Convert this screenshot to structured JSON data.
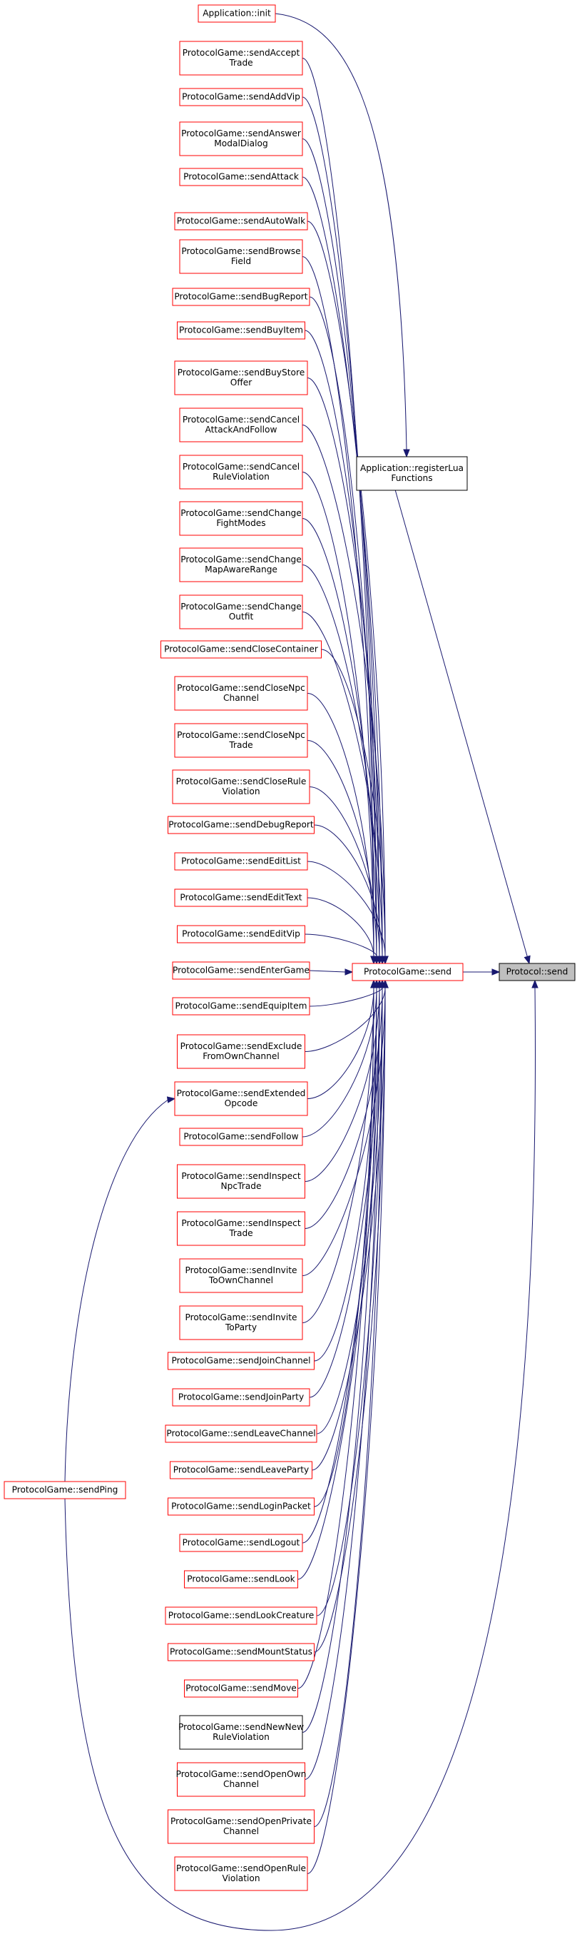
{
  "graph": {
    "title": "",
    "edge_color": "#191970",
    "node_border_red": "#ff0000",
    "node_border_black": "#000000",
    "focus_fill": "#bfbfbf",
    "nodes": [
      {
        "id": "target",
        "lines": [
          "Protocol::send"
        ],
        "style": "focus"
      },
      {
        "id": "pg_send",
        "lines": [
          "ProtocolGame::send"
        ],
        "style": "red"
      },
      {
        "id": "reg_lua",
        "lines": [
          "Application::registerLua",
          "Functions"
        ],
        "style": "black"
      },
      {
        "id": "app_init",
        "lines": [
          "Application::init"
        ],
        "style": "red"
      },
      {
        "id": "send_ping",
        "lines": [
          "ProtocolGame::sendPing"
        ],
        "style": "red"
      },
      {
        "id": "c0",
        "lines": [
          "ProtocolGame::sendAccept",
          "Trade"
        ],
        "style": "red"
      },
      {
        "id": "c1",
        "lines": [
          "ProtocolGame::sendAddVip"
        ],
        "style": "red"
      },
      {
        "id": "c2",
        "lines": [
          "ProtocolGame::sendAnswer",
          "ModalDialog"
        ],
        "style": "red"
      },
      {
        "id": "c3",
        "lines": [
          "ProtocolGame::sendAttack"
        ],
        "style": "red"
      },
      {
        "id": "c4",
        "lines": [
          "ProtocolGame::sendAutoWalk"
        ],
        "style": "red"
      },
      {
        "id": "c5",
        "lines": [
          "ProtocolGame::sendBrowse",
          "Field"
        ],
        "style": "red"
      },
      {
        "id": "c6",
        "lines": [
          "ProtocolGame::sendBugReport"
        ],
        "style": "red"
      },
      {
        "id": "c7",
        "lines": [
          "ProtocolGame::sendBuyItem"
        ],
        "style": "red"
      },
      {
        "id": "c8",
        "lines": [
          "ProtocolGame::sendBuyStore",
          "Offer"
        ],
        "style": "red"
      },
      {
        "id": "c9",
        "lines": [
          "ProtocolGame::sendCancel",
          "AttackAndFollow"
        ],
        "style": "red"
      },
      {
        "id": "c10",
        "lines": [
          "ProtocolGame::sendCancel",
          "RuleViolation"
        ],
        "style": "red"
      },
      {
        "id": "c11",
        "lines": [
          "ProtocolGame::sendChange",
          "FightModes"
        ],
        "style": "red"
      },
      {
        "id": "c12",
        "lines": [
          "ProtocolGame::sendChange",
          "MapAwareRange"
        ],
        "style": "red"
      },
      {
        "id": "c13",
        "lines": [
          "ProtocolGame::sendChange",
          "Outfit"
        ],
        "style": "red"
      },
      {
        "id": "c14",
        "lines": [
          "ProtocolGame::sendCloseContainer"
        ],
        "style": "red"
      },
      {
        "id": "c15",
        "lines": [
          "ProtocolGame::sendCloseNpc",
          "Channel"
        ],
        "style": "red"
      },
      {
        "id": "c16",
        "lines": [
          "ProtocolGame::sendCloseNpc",
          "Trade"
        ],
        "style": "red"
      },
      {
        "id": "c17",
        "lines": [
          "ProtocolGame::sendCloseRule",
          "Violation"
        ],
        "style": "red"
      },
      {
        "id": "c18",
        "lines": [
          "ProtocolGame::sendDebugReport"
        ],
        "style": "red"
      },
      {
        "id": "c19",
        "lines": [
          "ProtocolGame::sendEditList"
        ],
        "style": "red"
      },
      {
        "id": "c20",
        "lines": [
          "ProtocolGame::sendEditText"
        ],
        "style": "red"
      },
      {
        "id": "c21",
        "lines": [
          "ProtocolGame::sendEditVip"
        ],
        "style": "red"
      },
      {
        "id": "c22",
        "lines": [
          "ProtocolGame::sendEnterGame"
        ],
        "style": "red"
      },
      {
        "id": "c23",
        "lines": [
          "ProtocolGame::sendEquipItem"
        ],
        "style": "red"
      },
      {
        "id": "c24",
        "lines": [
          "ProtocolGame::sendExclude",
          "FromOwnChannel"
        ],
        "style": "red"
      },
      {
        "id": "c25",
        "lines": [
          "ProtocolGame::sendExtended",
          "Opcode"
        ],
        "style": "red"
      },
      {
        "id": "c26",
        "lines": [
          "ProtocolGame::sendFollow"
        ],
        "style": "red"
      },
      {
        "id": "c27",
        "lines": [
          "ProtocolGame::sendInspect",
          "NpcTrade"
        ],
        "style": "red"
      },
      {
        "id": "c28",
        "lines": [
          "ProtocolGame::sendInspect",
          "Trade"
        ],
        "style": "red"
      },
      {
        "id": "c29",
        "lines": [
          "ProtocolGame::sendInvite",
          "ToOwnChannel"
        ],
        "style": "red"
      },
      {
        "id": "c30",
        "lines": [
          "ProtocolGame::sendInvite",
          "ToParty"
        ],
        "style": "red"
      },
      {
        "id": "c31",
        "lines": [
          "ProtocolGame::sendJoinChannel"
        ],
        "style": "red"
      },
      {
        "id": "c32",
        "lines": [
          "ProtocolGame::sendJoinParty"
        ],
        "style": "red"
      },
      {
        "id": "c33",
        "lines": [
          "ProtocolGame::sendLeaveChannel"
        ],
        "style": "red"
      },
      {
        "id": "c34",
        "lines": [
          "ProtocolGame::sendLeaveParty"
        ],
        "style": "red"
      },
      {
        "id": "c35",
        "lines": [
          "ProtocolGame::sendLoginPacket"
        ],
        "style": "red"
      },
      {
        "id": "c36",
        "lines": [
          "ProtocolGame::sendLogout"
        ],
        "style": "red"
      },
      {
        "id": "c37",
        "lines": [
          "ProtocolGame::sendLook"
        ],
        "style": "red"
      },
      {
        "id": "c38",
        "lines": [
          "ProtocolGame::sendLookCreature"
        ],
        "style": "red"
      },
      {
        "id": "c39",
        "lines": [
          "ProtocolGame::sendMountStatus"
        ],
        "style": "red"
      },
      {
        "id": "c40",
        "lines": [
          "ProtocolGame::sendMove"
        ],
        "style": "red"
      },
      {
        "id": "c41",
        "lines": [
          "ProtocolGame::sendNewNew",
          "RuleViolation"
        ],
        "style": "black"
      },
      {
        "id": "c42",
        "lines": [
          "ProtocolGame::sendOpenOwn",
          "Channel"
        ],
        "style": "red"
      },
      {
        "id": "c43",
        "lines": [
          "ProtocolGame::sendOpenPrivate",
          "Channel"
        ],
        "style": "red"
      },
      {
        "id": "c44",
        "lines": [
          "ProtocolGame::sendOpenRule",
          "Violation"
        ],
        "style": "red"
      }
    ]
  }
}
